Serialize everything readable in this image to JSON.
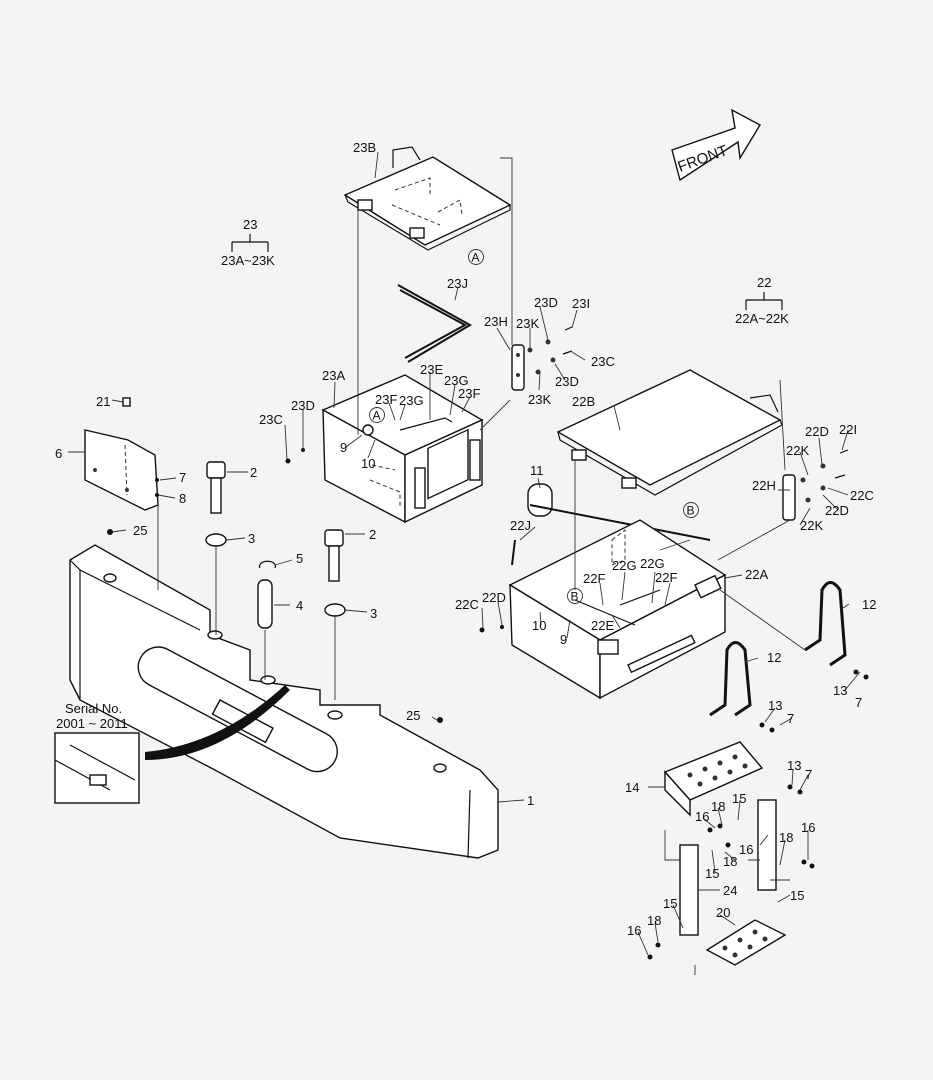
{
  "direction_arrow": {
    "label": "FRONT"
  },
  "group_labels": [
    {
      "id": "23",
      "range": "23A~23K"
    },
    {
      "id": "22",
      "range": "22A~22K"
    }
  ],
  "inset": {
    "title_line1": "Serial No.",
    "title_line2": "2001 ~ 2011"
  },
  "callouts": {
    "c23B": "23B",
    "c23J": "23J",
    "c23A": "23A",
    "c23H": "23H",
    "c23D_a": "23D",
    "c23I": "23I",
    "c23K_a": "23K",
    "c23C_a": "23C",
    "c23D_b": "23D",
    "c23K_b": "23K",
    "c23E": "23E",
    "c23G_a": "23G",
    "c23F_a": "23F",
    "c23F_b": "23F",
    "c23G_b": "23G",
    "c23C_b": "23C",
    "c23D_c": "23D",
    "c9_a": "9",
    "c10_a": "10",
    "c21": "21",
    "c6": "6",
    "c7_a": "7",
    "c8": "8",
    "c2_a": "2",
    "c2_b": "2",
    "c3_a": "3",
    "c3_b": "3",
    "c5": "5",
    "c4": "4",
    "c25_a": "25",
    "c25_b": "25",
    "c1": "1",
    "c22B": "22B",
    "c22D_a": "22D",
    "c22I": "22I",
    "c22K_a": "22K",
    "c22H": "22H",
    "c22C_a": "22C",
    "c22D_b": "22D",
    "c22K_b": "22K",
    "c11": "11",
    "c22J": "22J",
    "c22A": "22A",
    "c22G_a": "22G",
    "c22G_b": "22G",
    "c22F_a": "22F",
    "c22F_b": "22F",
    "c22C_b": "22C",
    "c22D_c": "22D",
    "c22E": "22E",
    "c10_b": "10",
    "c9_b": "9",
    "c12_a": "12",
    "c12_b": "12",
    "c13_a": "13",
    "c13_b": "13",
    "c13_c": "13",
    "c7_b": "7",
    "c7_c": "7",
    "c7_d": "7",
    "c14": "14",
    "c15_a": "15",
    "c15_b": "15",
    "c15_c": "15",
    "c15_d": "15",
    "c16_a": "16",
    "c16_b": "16",
    "c16_c": "16",
    "c16_d": "16",
    "c18_a": "18",
    "c18_b": "18",
    "c18_c": "18",
    "c18_d": "18",
    "c24": "24",
    "c20": "20",
    "refA_1": "A",
    "refA_2": "A",
    "refB_1": "B",
    "refB_2": "B"
  }
}
